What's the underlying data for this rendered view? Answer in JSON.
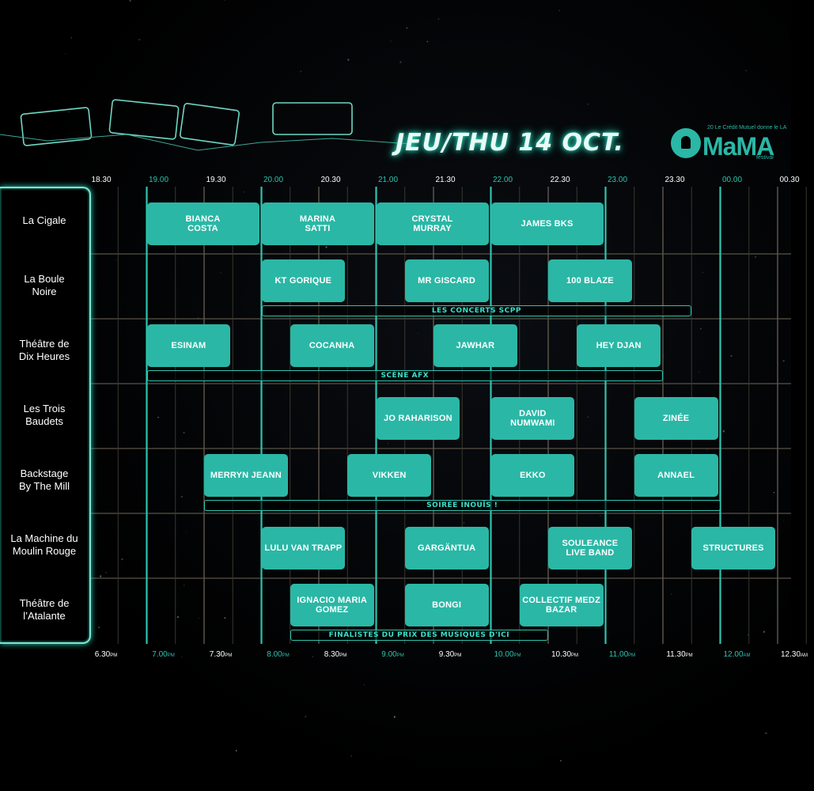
{
  "header": {
    "day": "JEU/THU 14 OCT.",
    "logo": {
      "word": "MaMA",
      "tagline": "Le Crédit Mutuel donne le LA",
      "sub": "festival",
      "edition": "20"
    }
  },
  "colors": {
    "accent": "#2ab7a6",
    "background": "#000000",
    "glow": "#2fe0c4"
  },
  "timeline": {
    "top_ticks": [
      {
        "label": "18.30",
        "accent": false
      },
      {
        "label": "19.00",
        "accent": true
      },
      {
        "label": "19.30",
        "accent": false
      },
      {
        "label": "20.00",
        "accent": true
      },
      {
        "label": "20.30",
        "accent": false
      },
      {
        "label": "21.00",
        "accent": true
      },
      {
        "label": "21.30",
        "accent": false
      },
      {
        "label": "22.00",
        "accent": true
      },
      {
        "label": "22.30",
        "accent": false
      },
      {
        "label": "23.00",
        "accent": true
      },
      {
        "label": "23.30",
        "accent": false
      },
      {
        "label": "00.00",
        "accent": true
      },
      {
        "label": "00.30",
        "accent": false
      }
    ],
    "bottom_ticks": [
      {
        "label": "6.30",
        "suffix": "PM",
        "accent": false
      },
      {
        "label": "7.00",
        "suffix": "PM",
        "accent": true
      },
      {
        "label": "7.30",
        "suffix": "PM",
        "accent": false
      },
      {
        "label": "8.00",
        "suffix": "PM",
        "accent": true
      },
      {
        "label": "8.30",
        "suffix": "PM",
        "accent": false
      },
      {
        "label": "9.00",
        "suffix": "PM",
        "accent": true
      },
      {
        "label": "9.30",
        "suffix": "PM",
        "accent": false
      },
      {
        "label": "10.00",
        "suffix": "PM",
        "accent": true
      },
      {
        "label": "10.30",
        "suffix": "PM",
        "accent": false
      },
      {
        "label": "11.00",
        "suffix": "PM",
        "accent": true
      },
      {
        "label": "11.30",
        "suffix": "PM",
        "accent": false
      },
      {
        "label": "12.00",
        "suffix": "AM",
        "accent": true
      },
      {
        "label": "12.30",
        "suffix": "AM",
        "accent": false
      }
    ]
  },
  "venues": [
    {
      "name": "La Cigale",
      "acts": [
        {
          "name": "BIANCA\nCOSTA",
          "start": "19.00",
          "end": "20.00"
        },
        {
          "name": "MARINA\nSATTI",
          "start": "20.00",
          "end": "21.00"
        },
        {
          "name": "CRYSTAL\nMURRAY",
          "start": "21.00",
          "end": "22.00"
        },
        {
          "name": "JAMES BKS",
          "start": "22.00",
          "end": "23.00"
        }
      ]
    },
    {
      "name": "La Boule\nNoire",
      "acts": [
        {
          "name": "KT GORIQUE",
          "start": "20.00",
          "end": "20.45"
        },
        {
          "name": "MR GISCARD",
          "start": "21.15",
          "end": "22.00"
        },
        {
          "name": "100 BLAZE",
          "start": "22.30",
          "end": "23.15"
        }
      ],
      "band": {
        "label": "LES CONCERTS SCPP",
        "start": "20.00",
        "end": "23.45"
      }
    },
    {
      "name": "Théâtre de\nDix Heures",
      "acts": [
        {
          "name": "ESINAM",
          "start": "19.00",
          "end": "19.45"
        },
        {
          "name": "COCANHA",
          "start": "20.15",
          "end": "21.00"
        },
        {
          "name": "JAWHAR",
          "start": "21.30",
          "end": "22.15"
        },
        {
          "name": "HEY DJAN",
          "start": "22.45",
          "end": "23.30"
        }
      ],
      "band": {
        "label": "SCÈNE AFX",
        "start": "19.00",
        "end": "23.30"
      }
    },
    {
      "name": "Les Trois\nBaudets",
      "acts": [
        {
          "name": "JO RAHARISON",
          "start": "21.00",
          "end": "21.45"
        },
        {
          "name": "DAVID\nNUMWAMI",
          "start": "22.00",
          "end": "22.45"
        },
        {
          "name": "ZINÉE",
          "start": "23.15",
          "end": "24.00"
        }
      ]
    },
    {
      "name": "Backstage\nBy The Mill",
      "acts": [
        {
          "name": "MERRYN JEANN",
          "start": "19.30",
          "end": "20.15"
        },
        {
          "name": "VIKKEN",
          "start": "20.45",
          "end": "21.30"
        },
        {
          "name": "EKKO",
          "start": "22.00",
          "end": "22.45"
        },
        {
          "name": "ANNAEL",
          "start": "23.15",
          "end": "24.00"
        }
      ],
      "band": {
        "label": "SOIRÉE INOUÏS !",
        "start": "19.30",
        "end": "24.00"
      }
    },
    {
      "name": "La Machine du\nMoulin Rouge",
      "acts": [
        {
          "name": "LULU VAN TRAPP",
          "start": "20.00",
          "end": "20.45"
        },
        {
          "name": "GARGÄNTUA",
          "start": "21.15",
          "end": "22.00"
        },
        {
          "name": "SOULEANCE\nLIVE BAND",
          "start": "22.30",
          "end": "23.15"
        },
        {
          "name": "STRUCTURES",
          "start": "23.45",
          "end": "24.30"
        }
      ]
    },
    {
      "name": "Théâtre de\nl’Atalante",
      "acts": [
        {
          "name": "IGNACIO MARIA\nGOMEZ",
          "start": "20.15",
          "end": "21.00"
        },
        {
          "name": "BONGI",
          "start": "21.15",
          "end": "22.00"
        },
        {
          "name": "COLLECTIF MEDZ\nBAZAR",
          "start": "22.15",
          "end": "23.00"
        }
      ],
      "band": {
        "label": "FINALISTES DU PRIX DES MUSIQUES D'ICI",
        "start": "20.15",
        "end": "22.30"
      }
    }
  ]
}
